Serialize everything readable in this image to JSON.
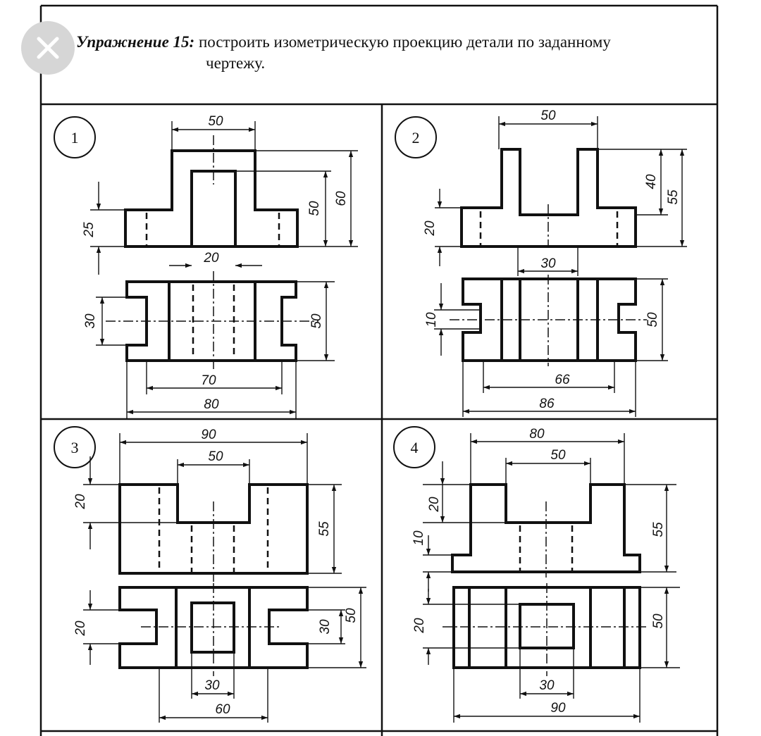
{
  "header": {
    "exercise_label": "Упражнение 15:",
    "task_line1": "построить изометрическую проекцию детали по заданному",
    "task_line2": "чертежу."
  },
  "close_button": {
    "icon": "close-icon",
    "color": "#d6d6d6"
  },
  "problems": [
    {
      "number": "1",
      "dims": {
        "top_width": "50",
        "height_inner": "50",
        "height_total": "60",
        "side_height": "25",
        "slot_width": "20",
        "plan_height": "50",
        "plan_notch": "30",
        "inner_width": "70",
        "total_width": "80"
      }
    },
    {
      "number": "2",
      "dims": {
        "top_width": "50",
        "step_height": "40",
        "height_total": "55",
        "side_height": "20",
        "slot_width": "30",
        "plan_height": "50",
        "plan_notch": "10",
        "inner_width": "66",
        "total_width": "86"
      }
    },
    {
      "number": "3",
      "dims": {
        "total_width": "90",
        "slot_width": "50",
        "slot_depth": "20",
        "height_total": "55",
        "plan_notch": "20",
        "inner_height": "30",
        "plan_height": "50",
        "hole_width": "30",
        "inner_width": "60"
      }
    },
    {
      "number": "4",
      "dims": {
        "total_width": "80",
        "slot_width": "50",
        "slot_depth": "20",
        "step_height": "10",
        "height_total": "55",
        "plan_notch": "20",
        "plan_height": "50",
        "hole_width": "30",
        "plan_width": "90"
      }
    }
  ]
}
